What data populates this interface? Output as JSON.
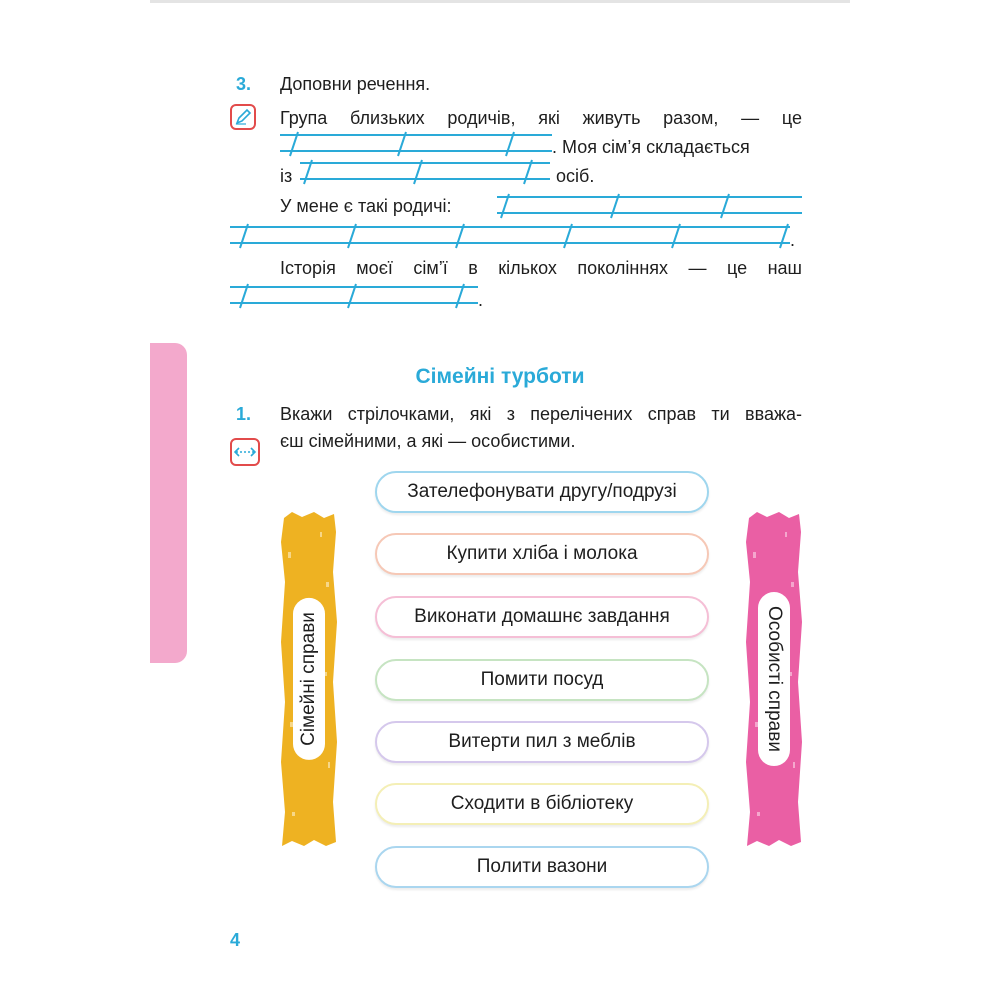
{
  "task3": {
    "number": "3.",
    "instruction": "Доповни речення.",
    "icon": "pen-icon",
    "line1": "Група близьких родичів, які живуть разом, — це",
    "line2_end": ". Моя сім’я складається",
    "line3_start": "із",
    "line3_end": "осіб.",
    "line4_start": "У мене є такі родичі:",
    "line5_end": ".",
    "line6": "Історія моєї сім’ї в кількох поколіннях — це наш",
    "line7_end": "."
  },
  "section": {
    "title": "Сімейні турботи"
  },
  "task1": {
    "number": "1.",
    "icon": "arrows-icon",
    "line1": "Вкажи стрілочками, які з перелічених справ ти вважа-",
    "line2": "єш сімейними, а які — особистими."
  },
  "strips": {
    "family": "Сімейні справи",
    "personal": "Особисті справи"
  },
  "activities": [
    {
      "label": "Зателефонувати другу/подрузі",
      "color": "#9fd6ee"
    },
    {
      "label": "Купити хліба і молока",
      "color": "#f6c8b6"
    },
    {
      "label": "Виконати домашнє завдання",
      "color": "#f5bfd6"
    },
    {
      "label": "Помити посуд",
      "color": "#c6e4c2"
    },
    {
      "label": "Витерти пил з меблів",
      "color": "#d5c8ec"
    },
    {
      "label": "Сходити в бібліотеку",
      "color": "#f4efb6"
    },
    {
      "label": "Полити вазони",
      "color": "#aad6ef"
    }
  ],
  "colors": {
    "accent": "#2aaad8",
    "pink": "#f3a9cc",
    "yellow_strip": "#eeb222",
    "pink_strip": "#ea5fa4",
    "icon_border": "#e24b4b"
  },
  "page": {
    "number": "4"
  }
}
